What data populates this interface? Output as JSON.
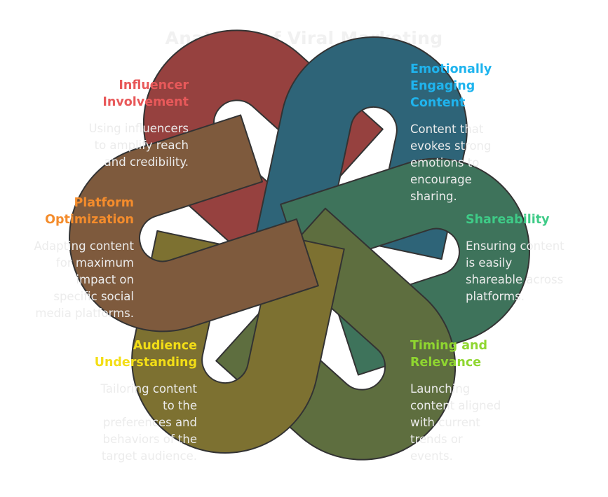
{
  "title": "Anatomy of Viral Marketing",
  "items": [
    {
      "heading": "Influencer\nInvolvement",
      "description": "Using influencers\nto amplify reach\nand credibility.",
      "color": "#e8595a",
      "band": "#96413f"
    },
    {
      "heading": "Emotionally\nEngaging\nContent",
      "description": "Content that\nevokes strong\nemotions to\nencourage\nsharing.",
      "color": "#1fb4ee",
      "band": "#2e6478"
    },
    {
      "heading": "Shareability",
      "description": "Ensuring content\nis easily\nshareable across\nplatforms.",
      "color": "#3ecb87",
      "band": "#3e735b"
    },
    {
      "heading": "Timing and\nRelevance",
      "description": "Launching\ncontent aligned\nwith current\ntrends or\nevents.",
      "color": "#8fd630",
      "band": "#5e6e3f"
    },
    {
      "heading": "Audience\nUnderstanding",
      "description": "Tailoring content\nto the\npreferences and\nbehaviors of the\ntarget audience.",
      "color": "#f3de16",
      "band": "#7d7131"
    },
    {
      "heading": "Platform\nOptimization",
      "description": "Adapting content\nfor maximum\nimpact on\nspecific social\nmedia platforms.",
      "color": "#f48c2c",
      "band": "#7e5a3d"
    }
  ]
}
